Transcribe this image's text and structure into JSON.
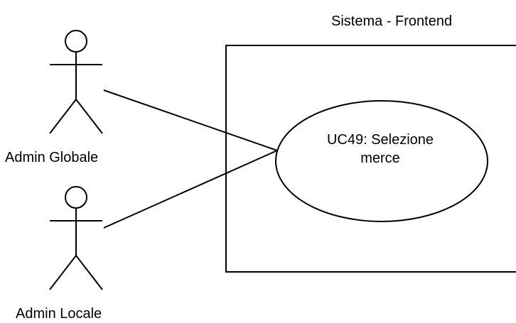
{
  "system": {
    "title": "Sistema - Frontend"
  },
  "actors": [
    {
      "name": "Admin Globale"
    },
    {
      "name": "Admin Locale"
    }
  ],
  "use_case": {
    "line1": "UC49: Selezione",
    "line2": "merce"
  },
  "colors": {
    "stroke": "#000000",
    "fill": "#ffffff"
  }
}
